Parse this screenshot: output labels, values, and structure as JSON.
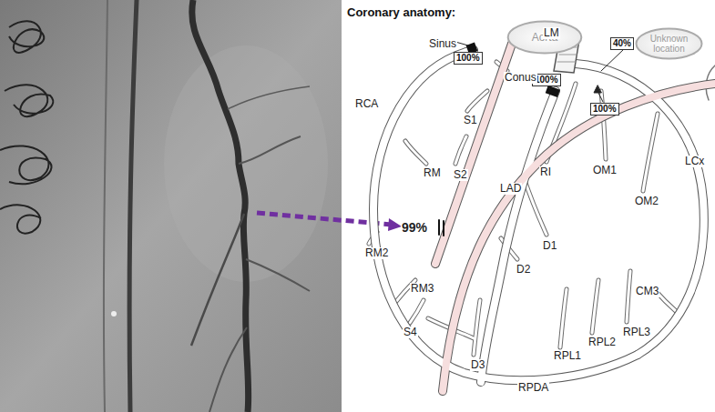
{
  "diagram": {
    "title": "Coronary anatomy:",
    "nodes": [
      {
        "text": [
          "Aorta"
        ]
      },
      {
        "text": [
          "40%"
        ]
      },
      {
        "text": [
          "Unknown location"
        ]
      },
      {
        "text": [
          "100%"
        ]
      },
      {
        "text": [
          "100%"
        ]
      },
      {
        "text": [
          "100%"
        ]
      }
    ],
    "labels": [
      "Sinus",
      "Conus",
      "LM",
      "RCA",
      "S1",
      "RM",
      "S2",
      "RI",
      "OM1",
      "LCx",
      "LAD",
      "OM2",
      "99%",
      "D1",
      "RM2",
      "D2",
      "RM3",
      "CM3",
      "S4",
      "RPL3",
      "RPL2",
      "RPL1",
      "D3",
      "RPDA"
    ]
  }
}
